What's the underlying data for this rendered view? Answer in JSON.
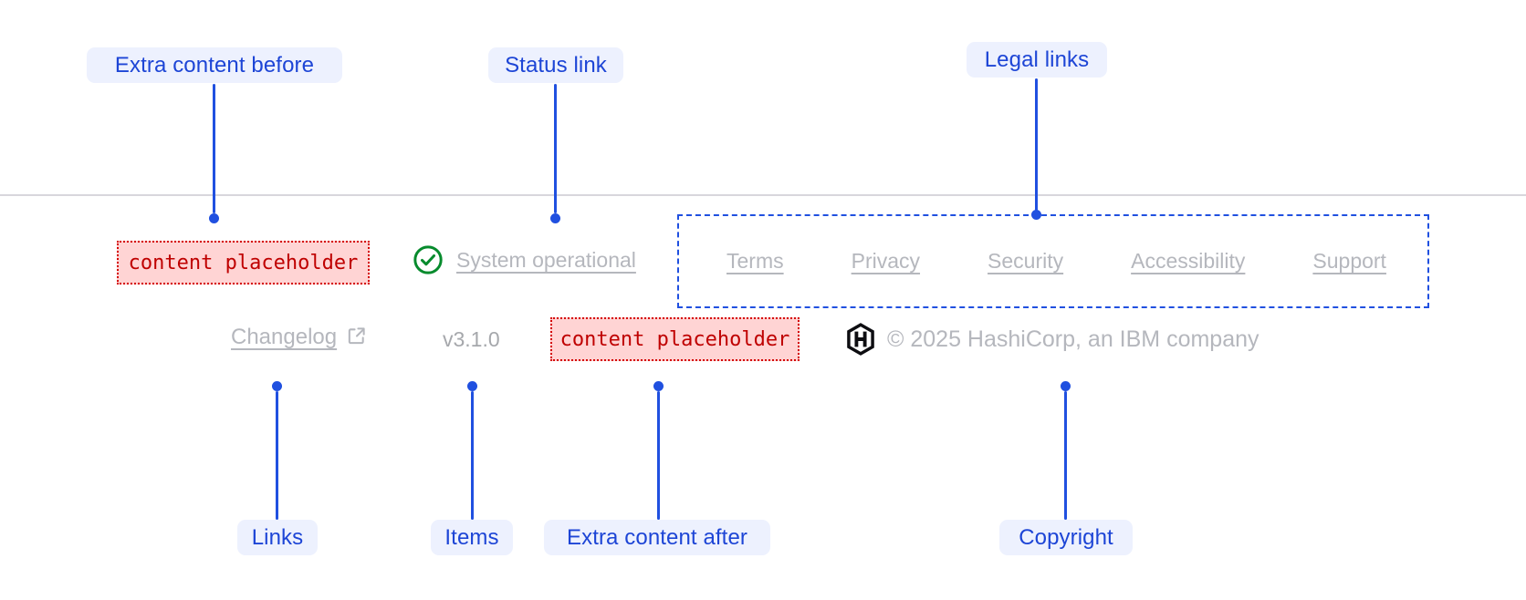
{
  "annotations": {
    "extra_content_before": "Extra content before",
    "status_link": "Status link",
    "legal_links": "Legal links",
    "links": "Links",
    "items": "Items",
    "extra_content_after": "Extra content after",
    "copyright": "Copyright"
  },
  "footer": {
    "extra_content_before_placeholder": "content placeholder",
    "status": {
      "label": "System operational",
      "icon": "check-circle-icon"
    },
    "legal_links": [
      "Terms",
      "Privacy",
      "Security",
      "Accessibility",
      "Support"
    ],
    "links": [
      {
        "label": "Changelog",
        "external": true
      }
    ],
    "version": "v3.1.0",
    "extra_content_after_placeholder": "content placeholder",
    "copyright": "© 2025 HashiCorp, an IBM company",
    "logo": "hashicorp-logo"
  },
  "colors": {
    "annotation_blue": "#2050e0",
    "annotation_text_blue": "#1d45d6",
    "annotation_pill_bg": "#edf1fe",
    "placeholder_red": "#d40000",
    "placeholder_bg": "#ffd4d4",
    "success_green": "#078b2d",
    "faded_text": "#b5b7bd",
    "logo_black": "#0d0d11"
  }
}
